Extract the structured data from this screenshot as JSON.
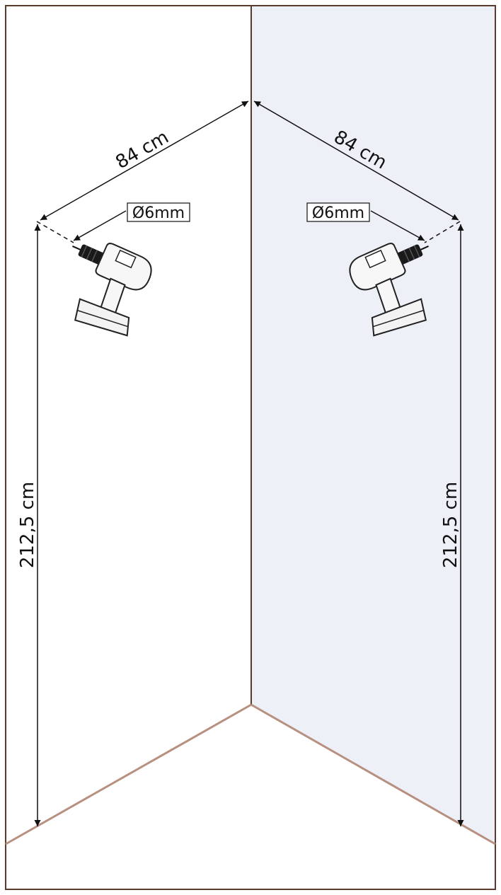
{
  "diagram": {
    "walls": [
      {
        "id": "left-wall",
        "fill": "#ffffff"
      },
      {
        "id": "right-wall",
        "fill": "#eef0f8"
      }
    ],
    "dimensions": {
      "left_width": "84 cm",
      "right_width": "84 cm",
      "left_height": "212,5 cm",
      "right_height": "212,5 cm"
    },
    "drill_bits": {
      "left": "Ø6mm",
      "right": "Ø6mm"
    },
    "colors": {
      "frame": "#5a3a2a",
      "floor_edge": "#b89080",
      "line": "#111111"
    },
    "icons": [
      "drill-icon"
    ]
  }
}
